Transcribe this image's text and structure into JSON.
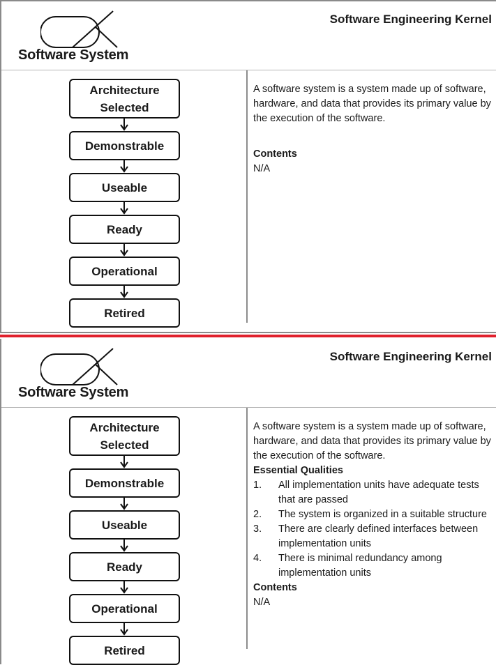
{
  "cards": [
    {
      "kernel_title": "Software Engineering Kernel",
      "alpha_name": "Software System",
      "states": [
        "Architecture Selected",
        "Demonstrable",
        "Useable",
        "Ready",
        "Operational",
        "Retired"
      ],
      "description": "A software system is a system made up of software, hardware, and data that provides its primary value by the execution of the software.",
      "contents_heading": "Contents",
      "contents_value": "N/A"
    },
    {
      "kernel_title": "Software Engineering Kernel",
      "alpha_name": "Software System",
      "states": [
        "Architecture Selected",
        "Demonstrable",
        "Useable",
        "Ready",
        "Operational",
        "Retired"
      ],
      "description": "A software system is a system made up of software, hardware, and data that provides its primary value by the execution of the software.",
      "qualities_heading": "Essential Qualities",
      "qualities": [
        {
          "num": "1.",
          "text": "All implementation units have adequate tests that are passed"
        },
        {
          "num": "2.",
          "text": "The system is organized in a suitable structure"
        },
        {
          "num": "3.",
          "text": "There are clearly defined interfaces between implementation units"
        },
        {
          "num": "4.",
          "text": "There is minimal redundancy among implementation units"
        }
      ],
      "contents_heading": "Contents",
      "contents_value": "N/A"
    }
  ],
  "colors": {
    "divider": "#e0202c",
    "border": "#111111"
  }
}
